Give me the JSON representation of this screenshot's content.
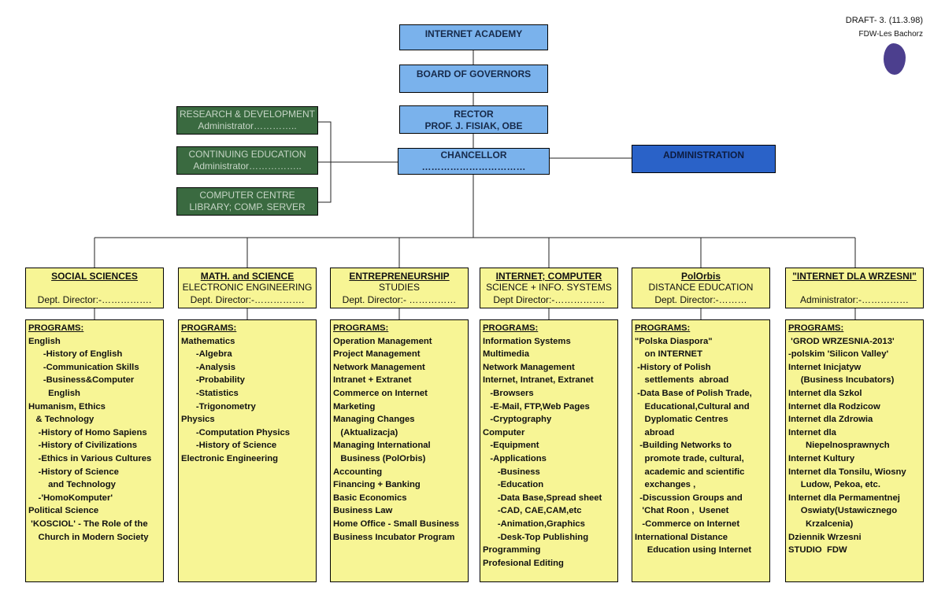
{
  "stamp": {
    "draft": "DRAFT- 3. (11.3.98)",
    "author": "FDW-Les Bachorz"
  },
  "top": {
    "academy": "INTERNET ACADEMY",
    "board": "BOARD OF GOVERNORS",
    "rector_title": "RECTOR",
    "rector_name": "PROF. J. FISIAK, OBE",
    "chancellor": "CHANCELLOR",
    "chancellor_line": "……………………………",
    "administration": "ADMINISTRATION"
  },
  "side_units": [
    {
      "line1": "RESEARCH & DEVELOPMENT",
      "line2": "Administrator………….."
    },
    {
      "line1": "CONTINUING EDUCATION",
      "line2": "Administrator…………….."
    },
    {
      "line1": "COMPUTER CENTRE",
      "line2": "LIBRARY; COMP. SERVER"
    }
  ],
  "departments": [
    {
      "name": "SOCIAL SCIENCES",
      "subtitle": "",
      "director": "Dept. Director:-……………."
    },
    {
      "name": "MATH. and SCIENCE",
      "subtitle": "ELECTRONIC ENGINEERING",
      "director": "Dept. Director:-……………."
    },
    {
      "name": "ENTREPRENEURSHIP",
      "subtitle": "STUDIES",
      "director": "Dept. Director:- ……………"
    },
    {
      "name": "INTERNET; COMPUTER",
      "subtitle": "SCIENCE + INFO. SYSTEMS",
      "director": "Dept Director:-……………."
    },
    {
      "name": "PolOrbis",
      "subtitle": "DISTANCE EDUCATION",
      "director": "Dept. Director:-………"
    },
    {
      "name": "\"INTERNET DLA WRZESNI\"",
      "subtitle": "",
      "director": "Administrator:-……………"
    }
  ],
  "programs_heading": "PROGRAMS:",
  "programs": [
    [
      "English",
      "      -History of English",
      "      -Communication Skills",
      "      -Business&Computer",
      "        English",
      "Humanism, Ethics",
      "   & Technology",
      "    -History of Homo Sapiens",
      "    -History of Civilizations",
      "    -Ethics in Various Cultures",
      "    -History of Science",
      "        and Technology",
      "    -'HomoKomputer'",
      "Political Science",
      " 'KOSCIOL' - The Role of the",
      "    Church in Modern Society"
    ],
    [
      "Mathematics",
      "      -Algebra",
      "      -Analysis",
      "      -Probability",
      "      -Statistics",
      "      -Trigonometry",
      "Physics",
      "      -Computation Physics",
      "      -History of Science",
      "Electronic Engineering"
    ],
    [
      "Operation Management",
      "Project Management",
      "Network Management",
      "Intranet + Extranet",
      "Commerce on Internet",
      "Marketing",
      "Managing Changes",
      "   (Aktualizacja)",
      "Managing International",
      "   Business (PolOrbis)",
      "Accounting",
      "Financing + Banking",
      "Basic Economics",
      "Business Law",
      "Home Office - Small Business",
      "Business Incubator Program"
    ],
    [
      "Information Systems",
      "Multimedia",
      "Network Management",
      "Internet, Intranet, Extranet",
      "   -Browsers",
      "   -E-Mail, FTP,Web Pages",
      "   -Cryptography",
      "Computer",
      "   -Equipment",
      "   -Applications",
      "      -Business",
      "      -Education",
      "      -Data Base,Spread sheet",
      "      -CAD, CAE,CAM,etc",
      "      -Animation,Graphics",
      "      -Desk-Top Publishing",
      "Programming",
      "Profesional Editing"
    ],
    [
      "\"Polska Diaspora\"",
      "    on INTERNET",
      " -History of Polish",
      "    settlements  abroad",
      " -Data Base of Polish Trade,",
      "    Educational,Cultural and",
      "    Dyplomatic Centres",
      "    abroad",
      "  -Building Networks to",
      "    promote trade, cultural,",
      "    academic and scientific",
      "    exchanges ,",
      "  -Discussion Groups and",
      "   'Chat Roon ,  Usenet",
      "   -Commerce on Internet",
      "International Distance",
      "     Education using Internet"
    ],
    [
      " 'GROD WRZESNIA-2013'",
      "-polskim 'Silicon Valley'",
      "Internet Inicjatyw",
      "     (Business Incubators)",
      "Internet dla Szkol",
      "Internet dla Rodzicow",
      "Internet dla Zdrowia",
      "Internet dla",
      "       Niepelnosprawnych",
      "Internet Kultury",
      "Internet dla Tonsilu, Wiosny",
      "     Ludow, Pekoa, etc.",
      "Internet dla Permamentnej",
      "     Oswiaty(Ustawicznego",
      "       Krzalcenia)",
      "Dziennik Wrzesni",
      "STUDIO  FDW"
    ]
  ],
  "colors": {
    "light_blue": "#7ab2ec",
    "dark_blue": "#2a62c8",
    "green": "#3a6a40",
    "yellow": "#f7f595"
  }
}
